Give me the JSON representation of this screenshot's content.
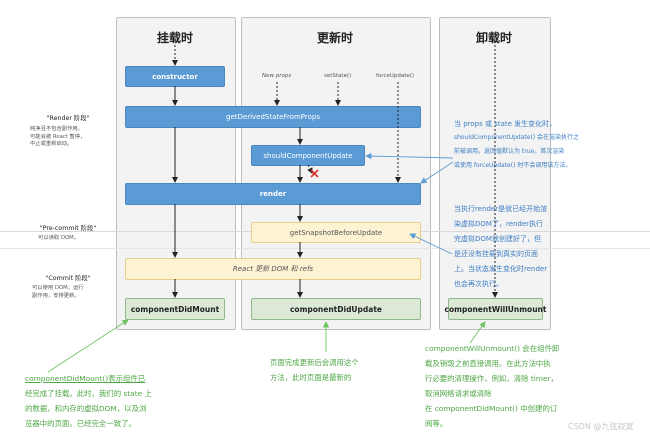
{
  "columns": {
    "mount_title": "挂载时",
    "update_title": "更新时",
    "unmount_title": "卸载时"
  },
  "phases": {
    "render": {
      "label": "\"Render 阶段\"",
      "desc": [
        "纯净且不包含副作用。",
        "可能会被 React 暂停，",
        "中止或重新启动。"
      ]
    },
    "precommit": {
      "label": "\"Pre-commit 阶段\"",
      "desc": [
        "可以读取 DOM。"
      ]
    },
    "commit": {
      "label": "\"Commit 阶段\"",
      "desc": [
        "可以使用 DOM，运行",
        "副作用，安排更新。"
      ]
    }
  },
  "triggers": {
    "new_props": "New props",
    "set_state": "setState()",
    "force_update": "forceUpdate()"
  },
  "methods": {
    "constructor": "constructor",
    "get_derived": "getDerivedStateFromProps",
    "should_update": "shouldComponentUpdate",
    "render": "render",
    "get_snapshot": "getSnapshotBeforeUpdate",
    "react_update": "React 更新 DOM 和 refs",
    "did_mount": "componentDidMount",
    "did_update": "componentDidUpdate",
    "will_unmount": "componentWillUnmount"
  },
  "notes": {
    "should_update_note": [
      "当 props 或 state 发生变化时，",
      "shouldComponentUpdate() 会在渲染执行之",
      "前被调用。返回值默认为 true。首次渲染",
      "或使用 forceUpdate() 时不会调用该方法。"
    ],
    "render_note": [
      "当执行render是就已经开始渲",
      "染虚拟DOM了，render执行",
      "完虚拟DOM就创建好了，但",
      "是还没有挂载到真实的页面",
      "上。当状态发生变化时render",
      "也会再次执行。"
    ],
    "did_mount_note": [
      "componentDidMount()表示组件已",
      "经完成了挂载。此时，我们的 state 上",
      "的数据，和内存的虚拟DOM，以及浏",
      "览器中的页面，已经完全一致了。"
    ],
    "did_update_note": [
      "页面完成更新后会调用这个",
      "方法，此时页面是最新的"
    ],
    "will_unmount_note": [
      "componentWillUnmount() 会在组件卸",
      "载及销毁之前直接调用。在此方法中执",
      "行必要的清理操作，例如，清除 timer，",
      "取消网络请求或清除",
      "在 componentDidMount() 中创建的订",
      "阅等。"
    ]
  },
  "watermark": "CSDN @九弦寂寞",
  "colors": {
    "method_blue": "#5b9bd5",
    "snapshot_yellow": "#fdf3d3",
    "lifecycle_green": "#dbe9d6",
    "note_blue": "#3c7dc4",
    "note_green": "#4ea645",
    "cross_red": "#d9342b"
  }
}
